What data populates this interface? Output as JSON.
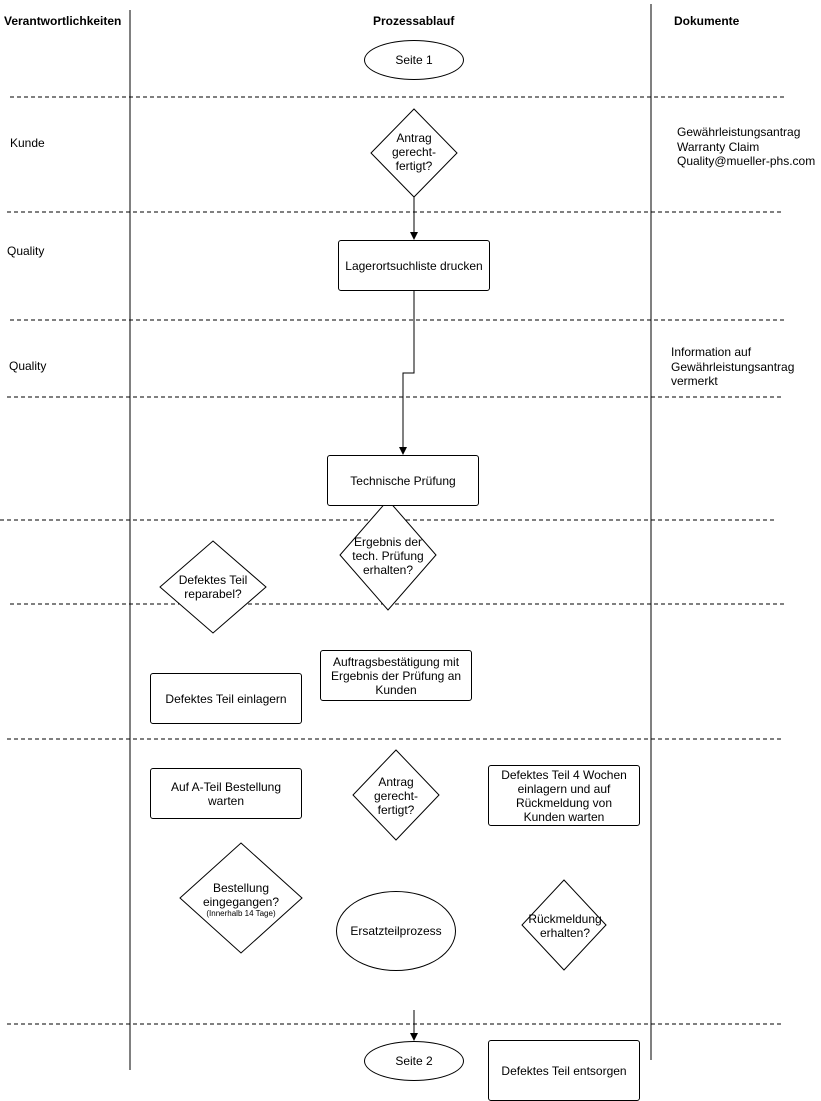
{
  "headers": {
    "responsibilities": "Verantwortlichkeiten",
    "process": "Prozessablauf",
    "documents": "Dokumente"
  },
  "lanes": {
    "kunde": "Kunde",
    "quality_1": "Quality",
    "quality_2": "Quality"
  },
  "documents": {
    "doc_1_line_1": "Gewährleistungsantrag",
    "doc_1_line_2": "Warranty Claim",
    "doc_1_line_3": "Quality@mueller-phs.com",
    "doc_2_line_1": "Information auf",
    "doc_2_line_2": "Gewährleistungsantrag",
    "doc_2_line_3": "vermerkt"
  },
  "nodes": {
    "seite_1": "Seite 1",
    "antrag_1": "Antrag\ngerecht-\nfertigt?",
    "lagerort": "Lagerortsuchliste drucken",
    "technische_pruefung": "Technische Prüfung",
    "ergebnis": "Ergebnis der\ntech. Prüfung\nerhalten?",
    "defektes_reparabel": "Defektes Teil\nreparabel?",
    "defektes_einlagern": "Defektes Teil einlagern",
    "auftragsbestaetigung": "Auftragsbestätigung mit Ergebnis der Prüfung an Kunden",
    "a_teil": "Auf A-Teil Bestellung warten",
    "antrag_2": "Antrag\ngerecht-\nfertigt?",
    "defektes_4_wochen": "Defektes Teil 4 Wochen einlagern und auf Rückmeldung von Kunden warten",
    "bestellung": "Bestellung\neingegangen?",
    "bestellung_note": "(Innerhalb 14 Tage)",
    "ersatzteil": "Ersatzteilprozess",
    "rueckmeldung": "Rückmeldung\nerhalten?",
    "seite_2": "Seite 2",
    "entsorgen": "Defektes Teil entsorgen"
  }
}
